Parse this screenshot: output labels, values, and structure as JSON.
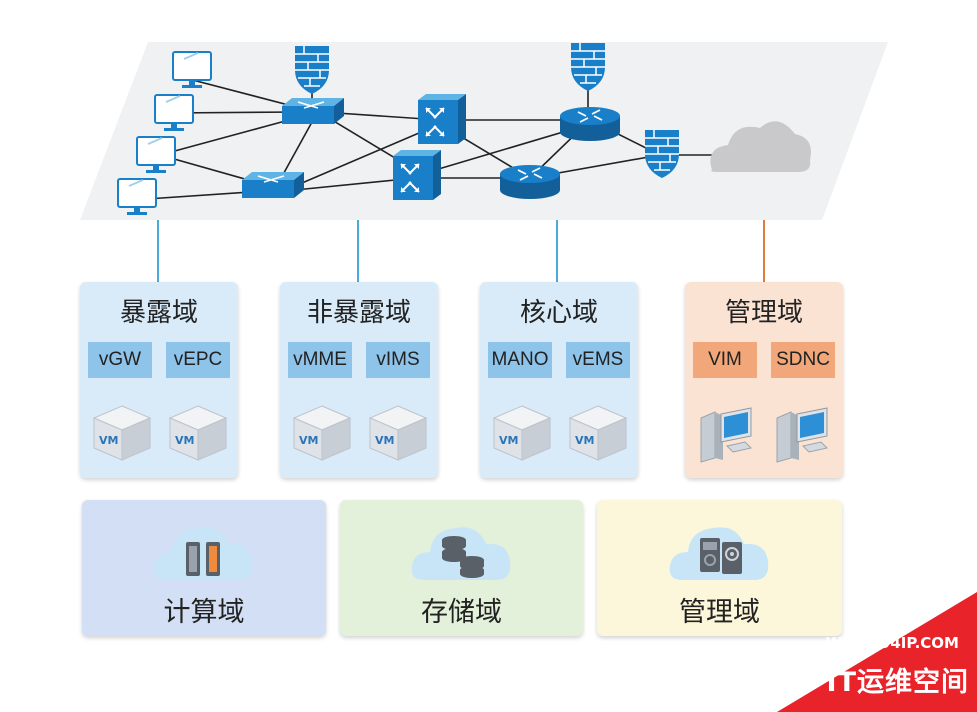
{
  "domains": [
    {
      "title": "暴露域",
      "tags": [
        "vGW",
        "vEPC"
      ],
      "theme": "blue"
    },
    {
      "title": "非暴露域",
      "tags": [
        "vMME",
        "vIMS"
      ],
      "theme": "blue"
    },
    {
      "title": "核心域",
      "tags": [
        "MANO",
        "vEMS"
      ],
      "theme": "blue"
    },
    {
      "title": "管理域",
      "tags": [
        "VIM",
        "SDNC"
      ],
      "theme": "orange"
    }
  ],
  "pools": [
    {
      "title": "计算域",
      "icon": "server-cloud-icon",
      "color": "#d3dff4"
    },
    {
      "title": "存储域",
      "icon": "storage-cloud-icon",
      "color": "#e3f0da"
    },
    {
      "title": "管理域",
      "icon": "management-cloud-icon",
      "color": "#fcf6da"
    }
  ],
  "vm_label": "VM",
  "watermark": {
    "url": "WWW.94IP.COM",
    "brand": "IT运维空间"
  },
  "colors": {
    "device_blue": "#1a7fc9",
    "link_blue": "#4aaad8",
    "link_orange": "#e07b3c",
    "watermark_red": "#e8232a"
  }
}
